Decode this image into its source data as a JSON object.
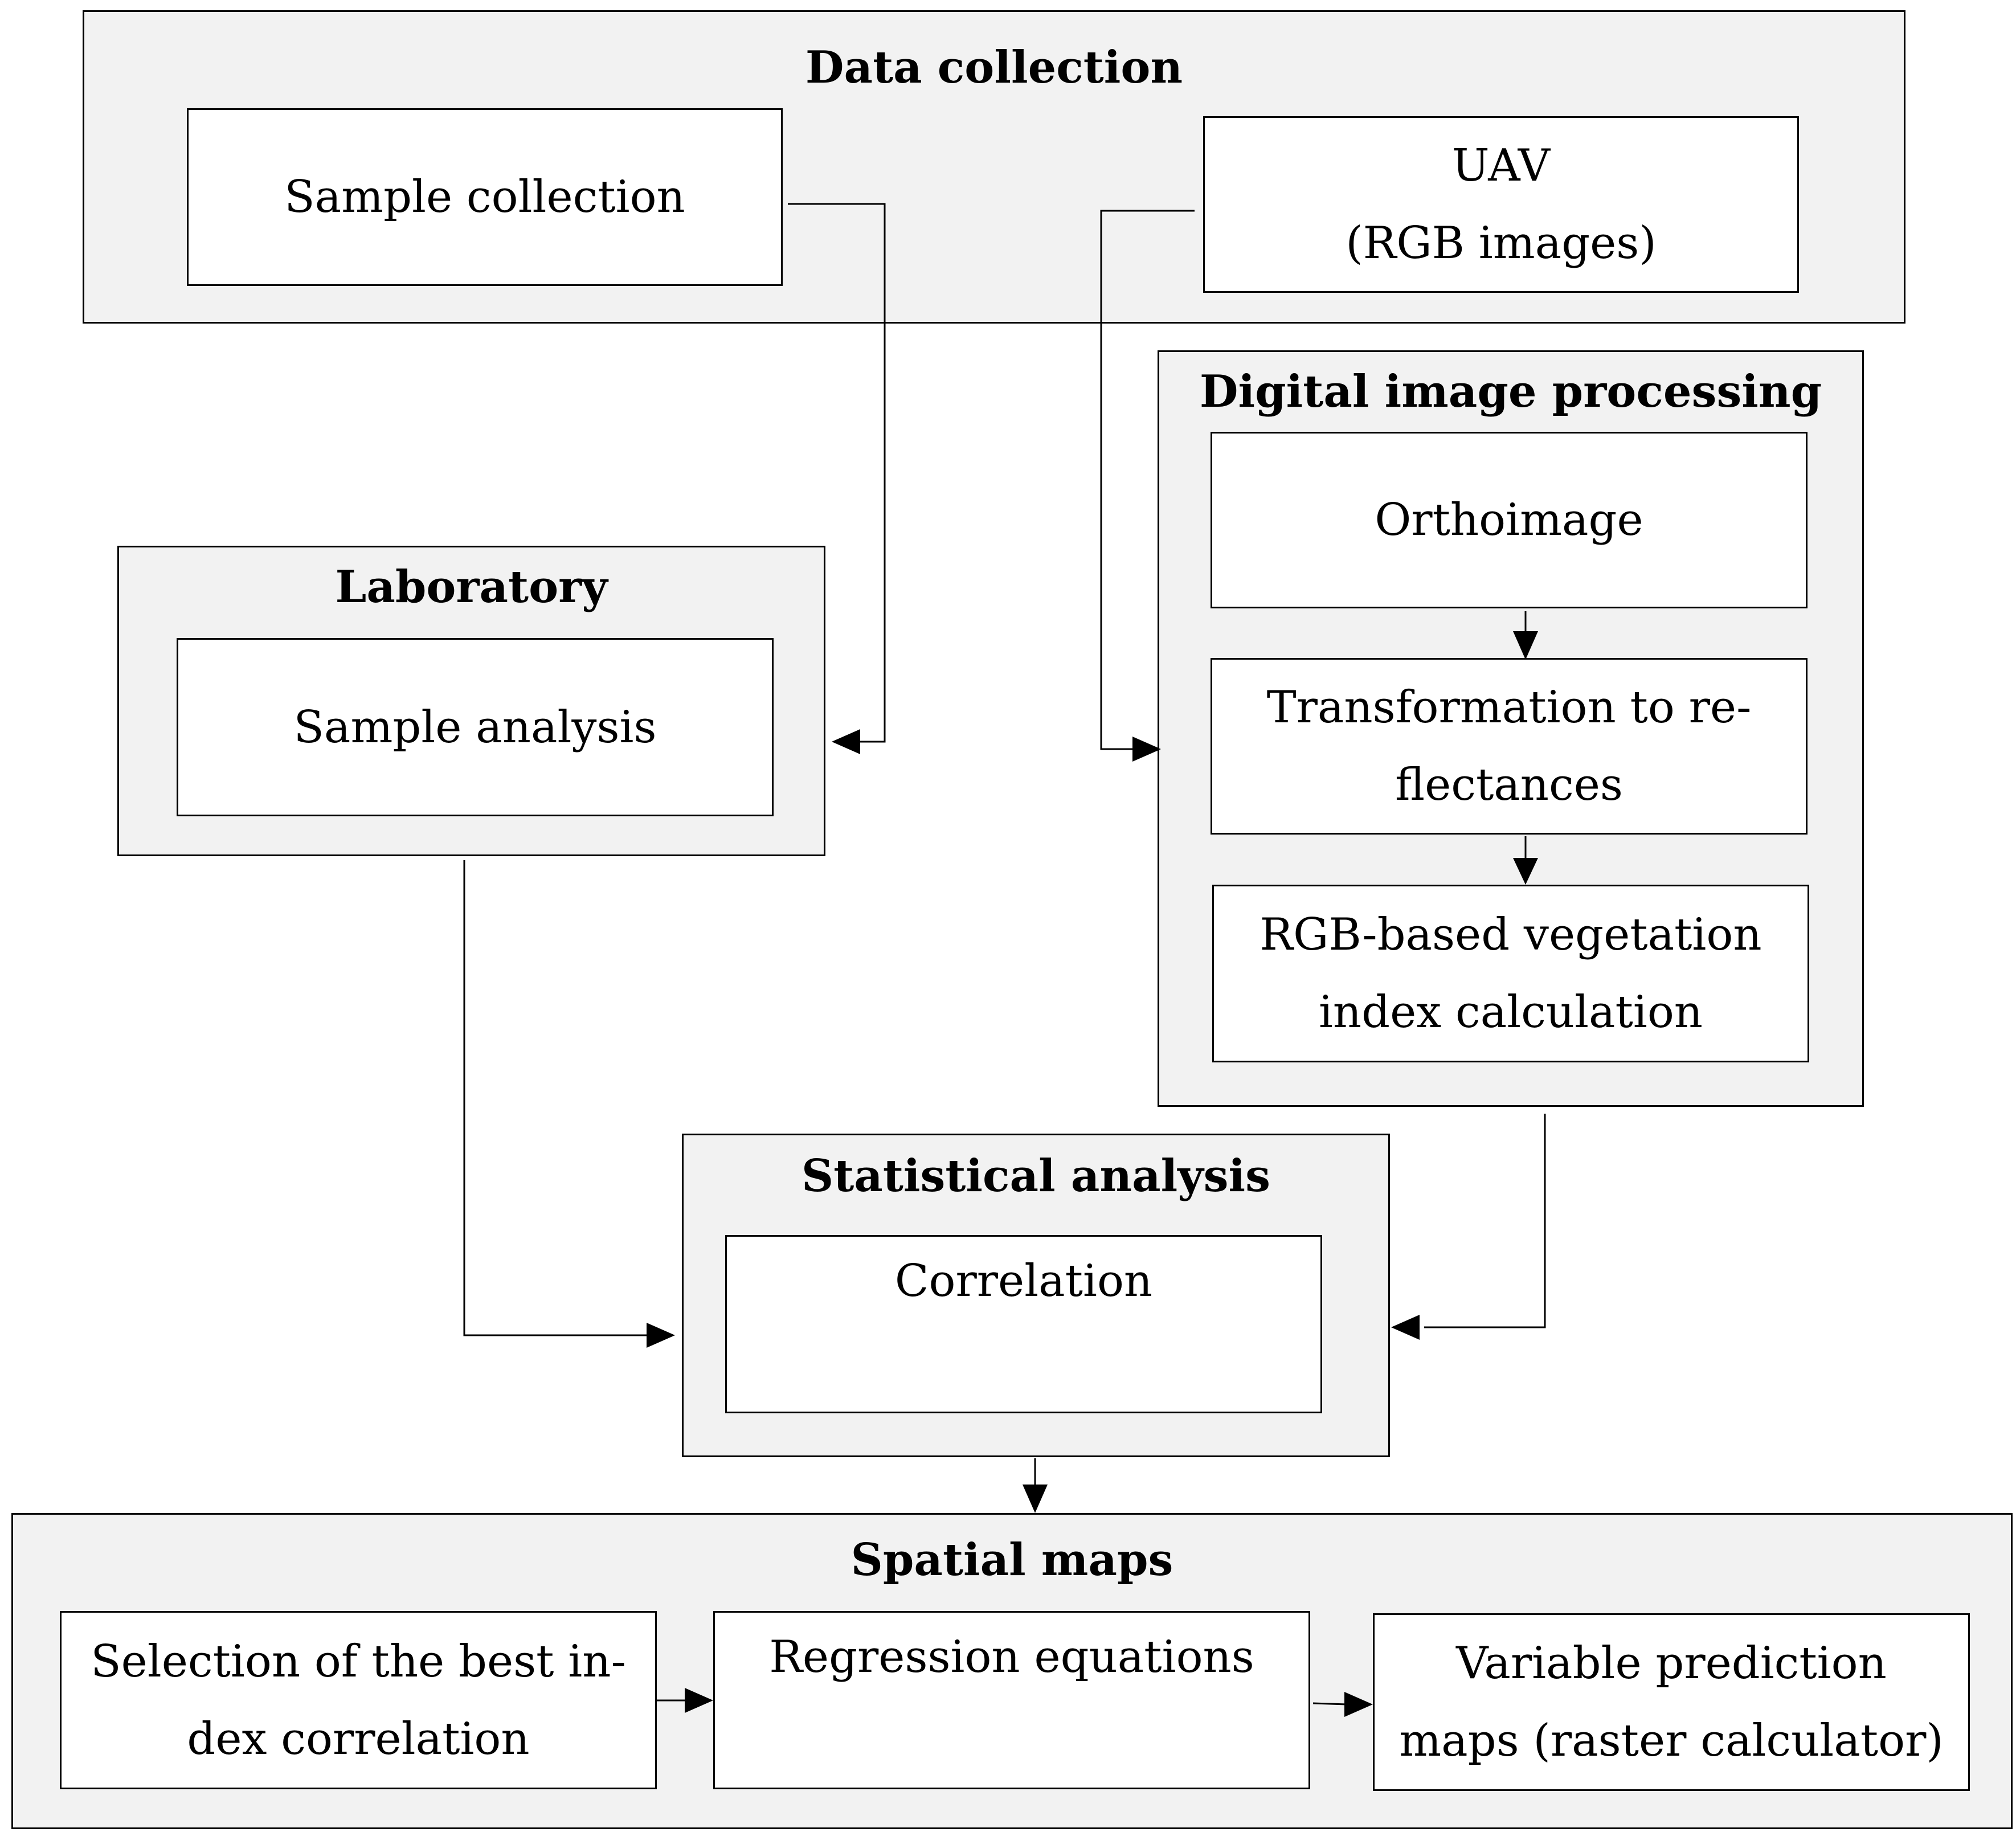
{
  "groups": {
    "data_collection": {
      "title": "Data collection"
    },
    "digital_image_processing": {
      "title": "Digital image processing"
    },
    "laboratory": {
      "title": "Laboratory"
    },
    "statistical_analysis": {
      "title": "Statistical analysis"
    },
    "spatial_maps": {
      "title": "Spatial maps"
    }
  },
  "boxes": {
    "sample_collection": "Sample collection",
    "uav": "UAV\n(RGB images)",
    "orthoimage": "Orthoimage",
    "transformation": "Transformation to re-\nflectances",
    "vegetation_index": "RGB-based vegetation\nindex calculation",
    "sample_analysis": "Sample analysis",
    "correlation": "Correlation",
    "selection": "Selection of the best in-\ndex correlation",
    "regression": "Regression equations",
    "prediction_maps": "Variable prediction\nmaps (raster calculator)"
  }
}
